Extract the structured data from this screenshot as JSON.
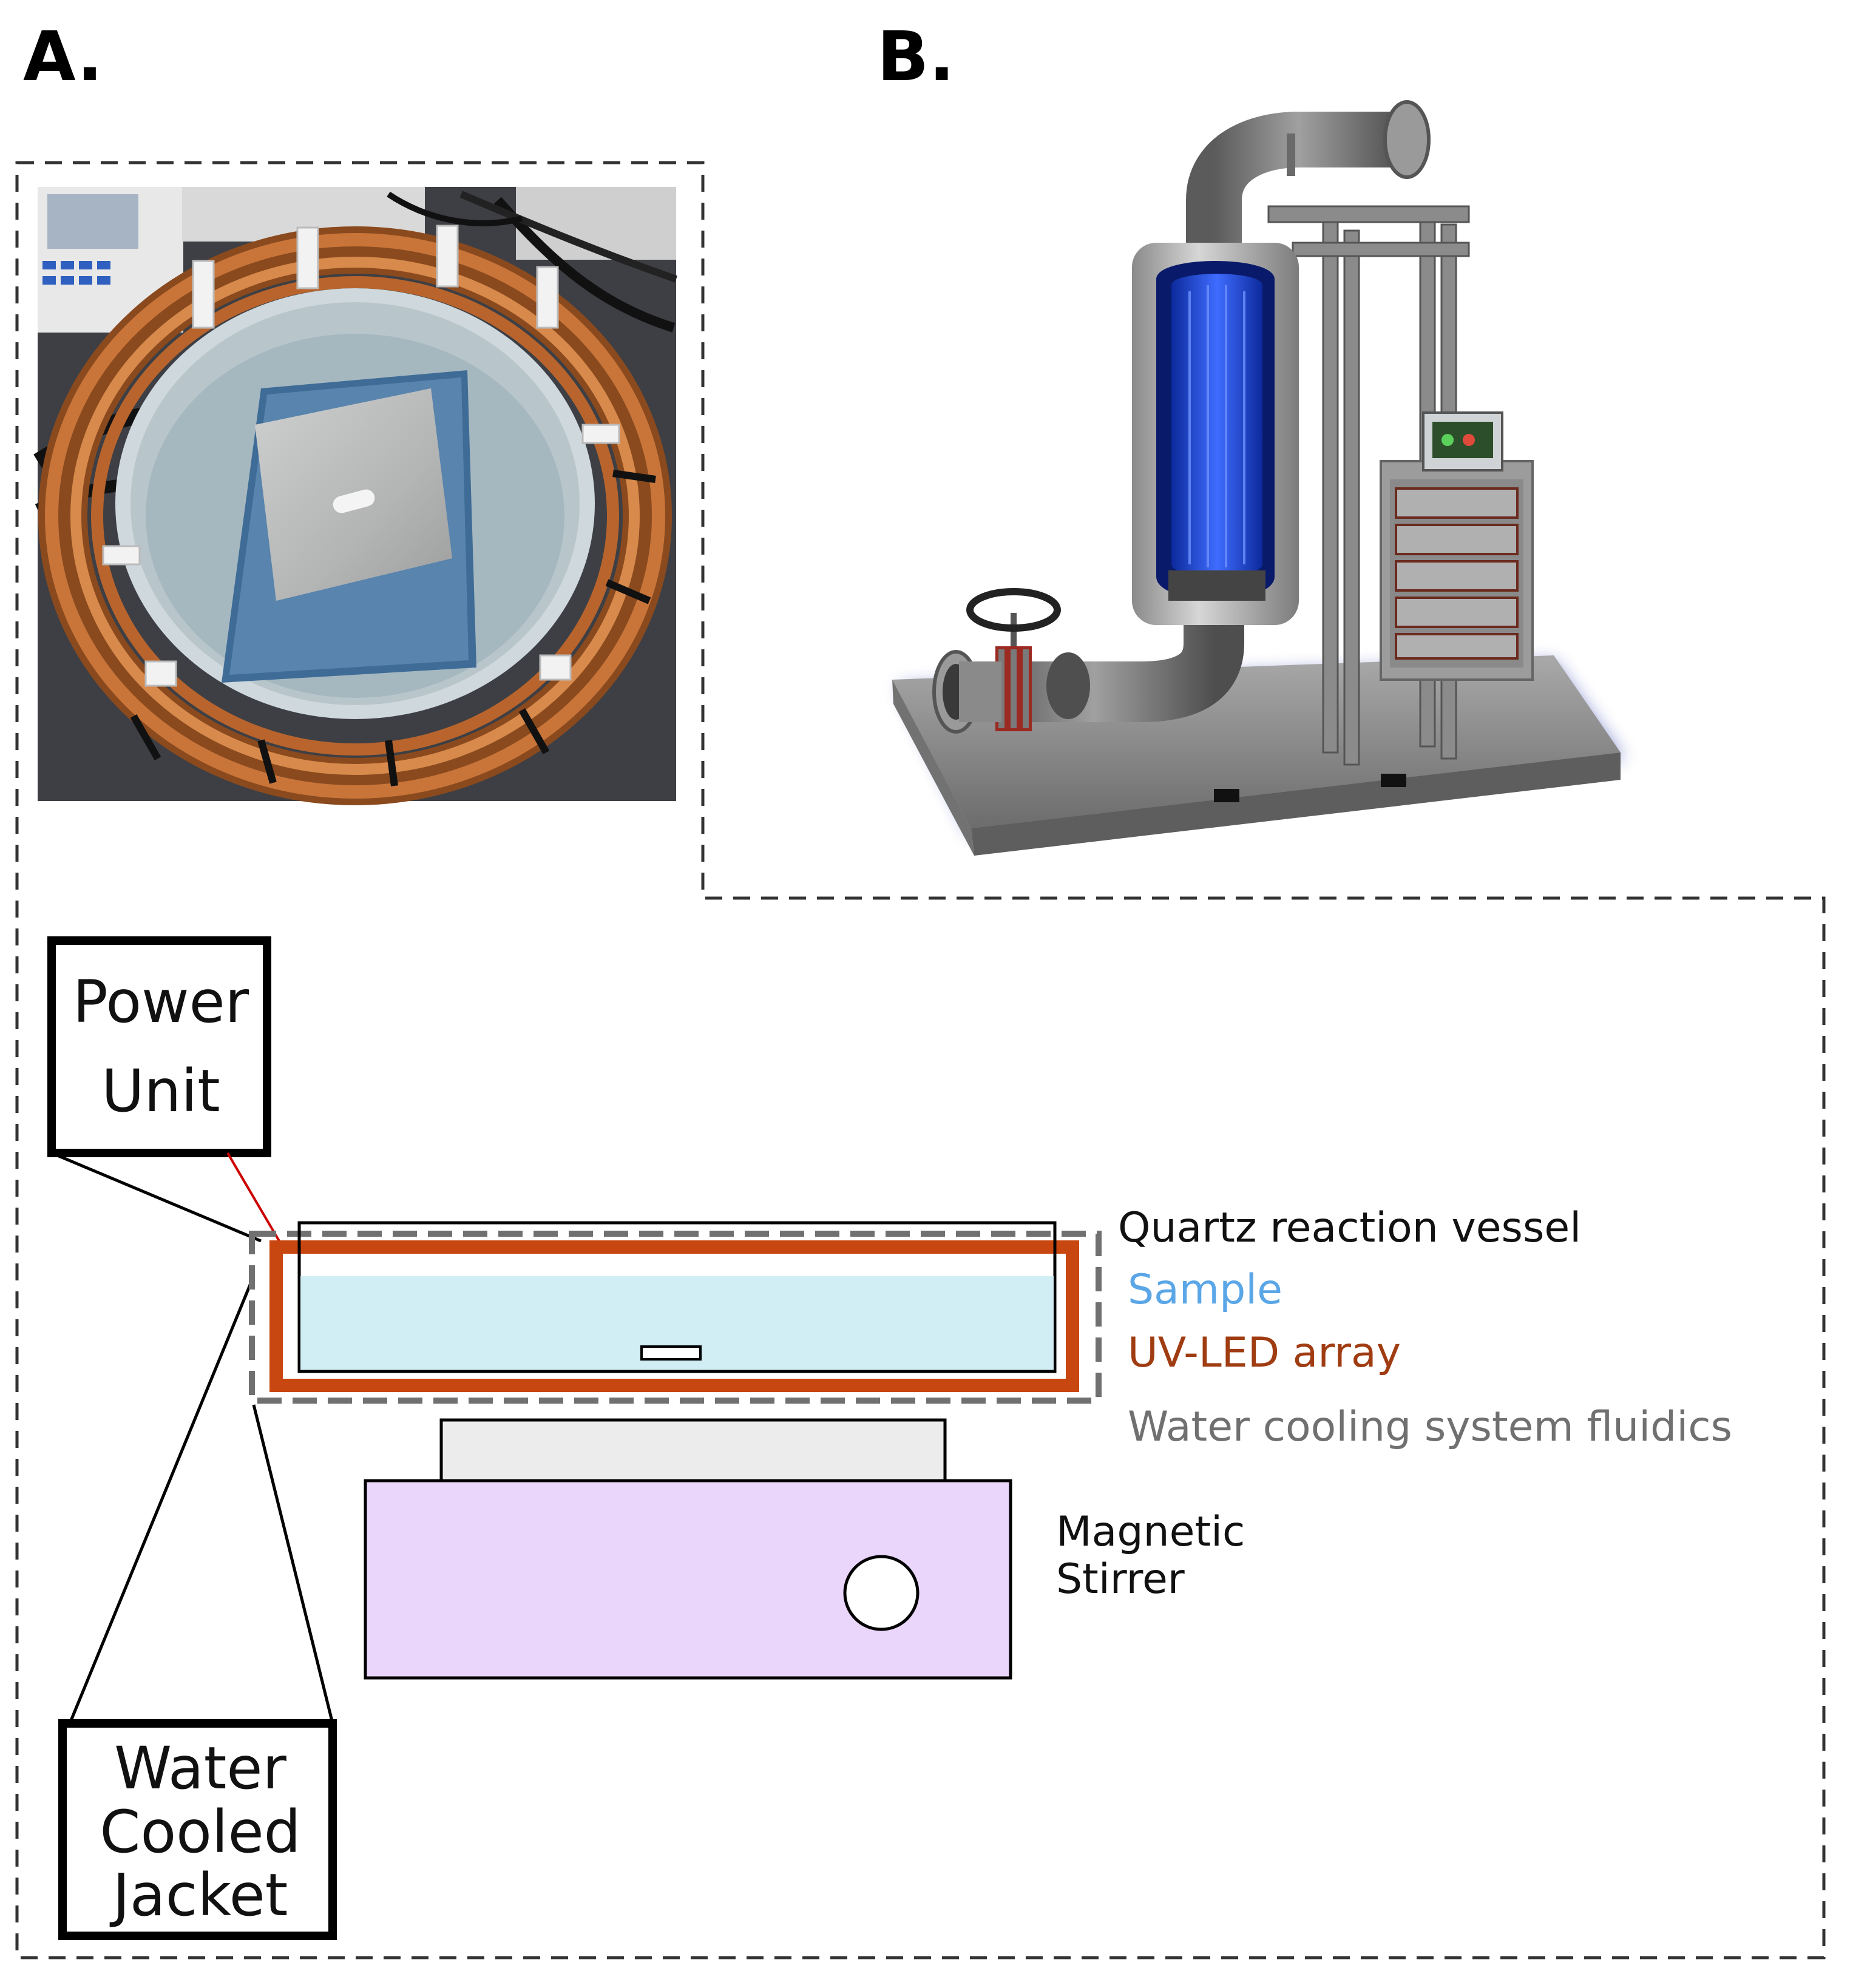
{
  "panels": {
    "a_label": "A.",
    "b_label": "B."
  },
  "labels": {
    "power_unit": "Power Unit",
    "water_cooled_jacket": "Water Cooled Jacket",
    "quartz_vessel": "Quartz reaction vessel",
    "sample": "Sample",
    "uv_led_array": "UV-LED array",
    "water_cooling": "Water cooling system fluidics",
    "magnetic_stirrer": "Magnetic Stirrer"
  },
  "colors": {
    "sample": "#5aa6e6",
    "uv_led_array": "#a03c12",
    "led_frame": "#c8460f",
    "water_cooling": "#707070",
    "stirrer": "#ead6fb",
    "plate": "#ececec",
    "sample_fill": "#d0eef4",
    "power_wire": "#cc0000",
    "uv_glow": "#2a52d8",
    "copper": "#b8642c"
  },
  "icons": {
    "photo": "photo-reactor-top-view",
    "render": "pipe-uv-reactor-render"
  }
}
